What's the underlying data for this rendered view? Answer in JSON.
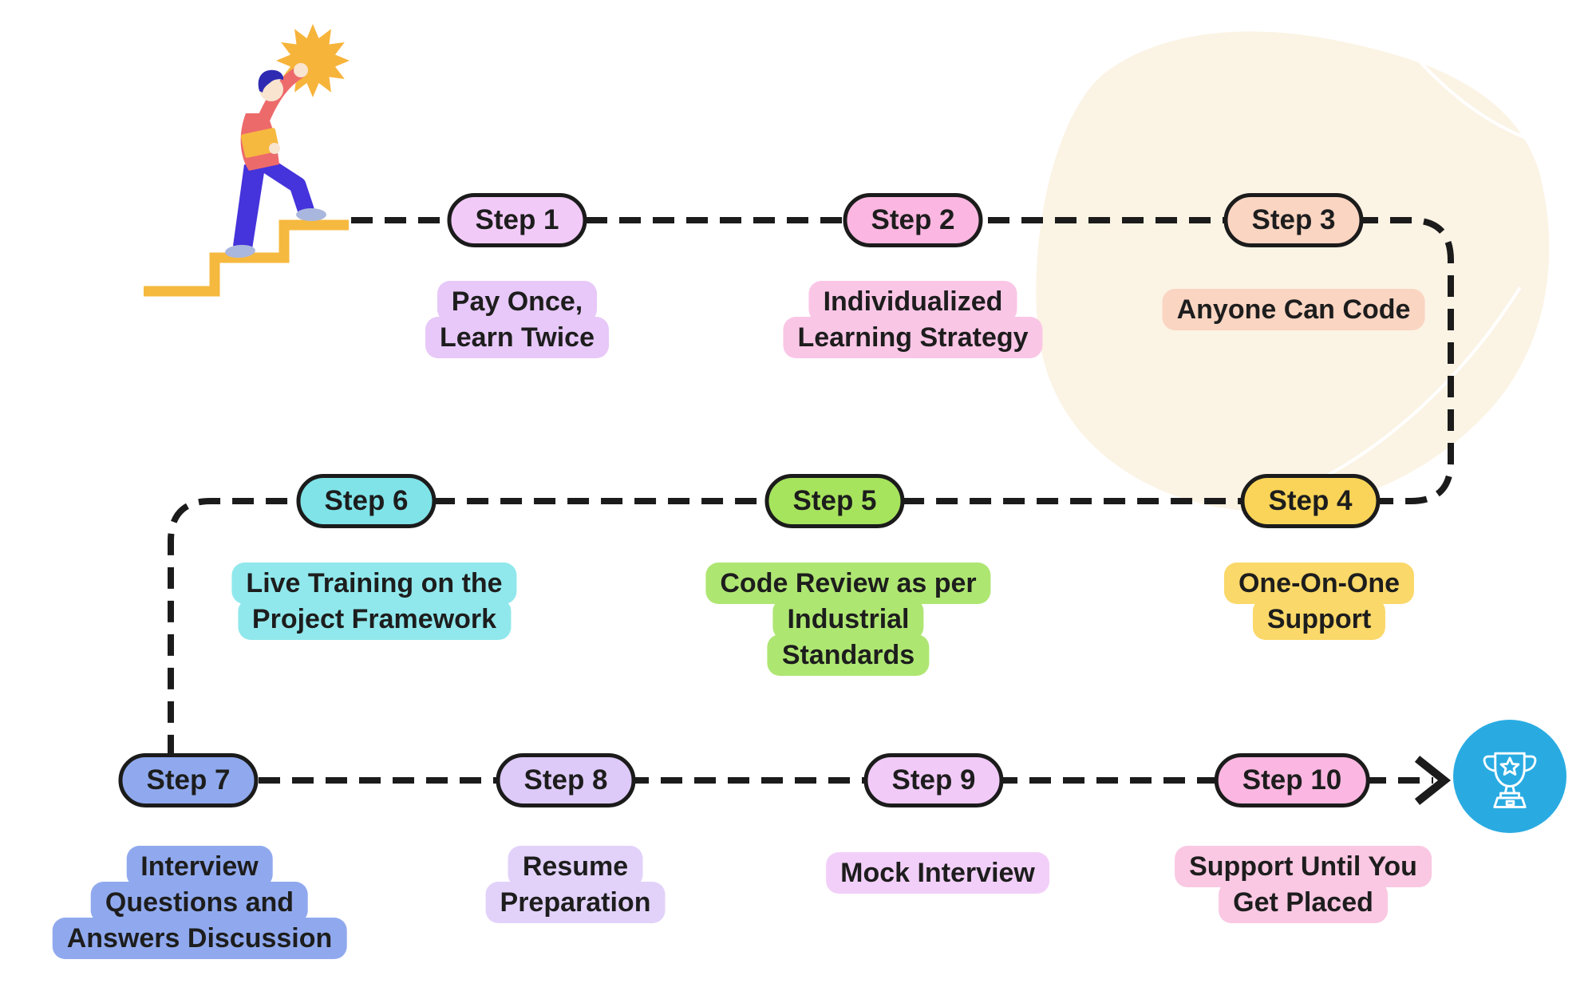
{
  "figure": {
    "type": "process-roadmap-infographic",
    "background_color": "#FFFFFF",
    "blob_color": "#FBF3E4",
    "connector_color": "#1B1B1B",
    "text_color": "#1D1D1D"
  },
  "steps": [
    {
      "label": "Step 1",
      "pill_color": "#F2CAF8",
      "highlight_color": "#E7C8F8",
      "title_lines": [
        "Pay Once,",
        "Learn Twice"
      ]
    },
    {
      "label": "Step 2",
      "pill_color": "#FBB7E1",
      "highlight_color": "#FAC6E6",
      "title_lines": [
        "Individualized",
        "Learning Strategy"
      ]
    },
    {
      "label": "Step 3",
      "pill_color": "#FAD5C2",
      "highlight_color": "#FAD5C2",
      "title_lines": [
        "Anyone Can Code"
      ]
    },
    {
      "label": "Step 4",
      "pill_color": "#F9D458",
      "highlight_color": "#FAD869",
      "title_lines": [
        "One-On-One",
        "Support"
      ]
    },
    {
      "label": "Step 5",
      "pill_color": "#A6E45D",
      "highlight_color": "#AEE672",
      "title_lines": [
        "Code Review as per",
        "Industrial",
        "Standards"
      ]
    },
    {
      "label": "Step 6",
      "pill_color": "#7FE3E8",
      "highlight_color": "#90E8EC",
      "title_lines": [
        "Live Training on the",
        "Project Framework"
      ]
    },
    {
      "label": "Step 7",
      "pill_color": "#90A9EE",
      "highlight_color": "#90A9EE",
      "title_lines": [
        "Interview",
        "Questions and",
        "Answers Discussion"
      ]
    },
    {
      "label": "Step 8",
      "pill_color": "#DECAF9",
      "highlight_color": "#E2D2FA",
      "title_lines": [
        "Resume",
        "Preparation"
      ]
    },
    {
      "label": "Step 9",
      "pill_color": "#F1CAF8",
      "highlight_color": "#F2CFF9",
      "title_lines": [
        "Mock Interview"
      ]
    },
    {
      "label": "Step 10",
      "pill_color": "#FBB7E1",
      "highlight_color": "#FAC8E3",
      "title_lines": [
        "Support Until You",
        "Get Placed"
      ]
    }
  ],
  "goal": {
    "icon": "trophy-icon",
    "circle_color": "#29ABE2",
    "icon_stroke_color": "#FFFFFF"
  },
  "illustration": {
    "name": "person-climbing-stairs-reaching-star",
    "stairs_color": "#F6B93F",
    "star_color": "#F7B43B",
    "sweater_color": "#ED6A6B",
    "pants_color": "#4533DB",
    "hair_color": "#2E2BB2",
    "skin_color": "#F9E4D0",
    "shoe_color": "#A9B7DE"
  }
}
